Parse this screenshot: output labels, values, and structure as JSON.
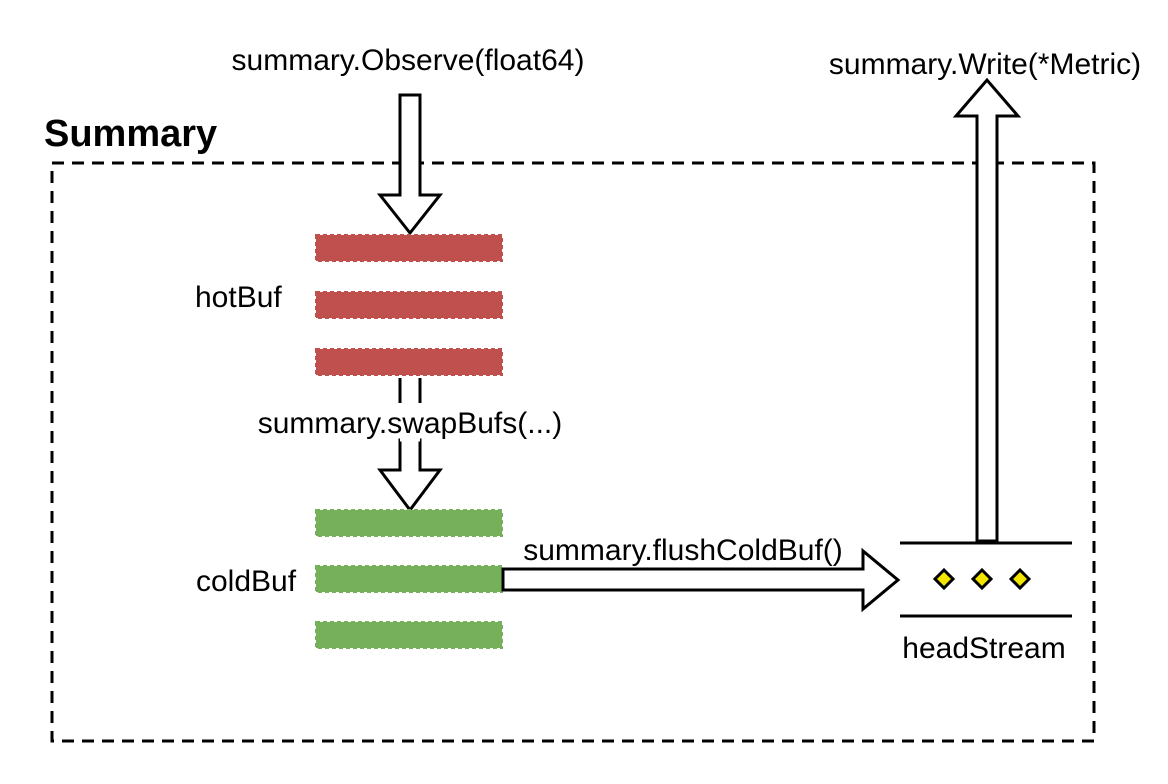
{
  "title": "Summary",
  "labels": {
    "observe": "summary.Observe(float64)",
    "write": "summary.Write(*Metric)",
    "hot_buf": "hotBuf",
    "swap_bufs": "summary.swapBufs(...)",
    "cold_buf": "coldBuf",
    "flush_cold_buf": "summary.flushColdBuf()",
    "head_stream": "headStream"
  },
  "colors": {
    "hot_buffer": "#c0504d",
    "cold_buffer": "#77b05a",
    "stream_marker": "#f2e600",
    "stroke": "#000000"
  },
  "hot_buffer_slots": 3,
  "cold_buffer_slots": 3,
  "head_stream_items": 3
}
